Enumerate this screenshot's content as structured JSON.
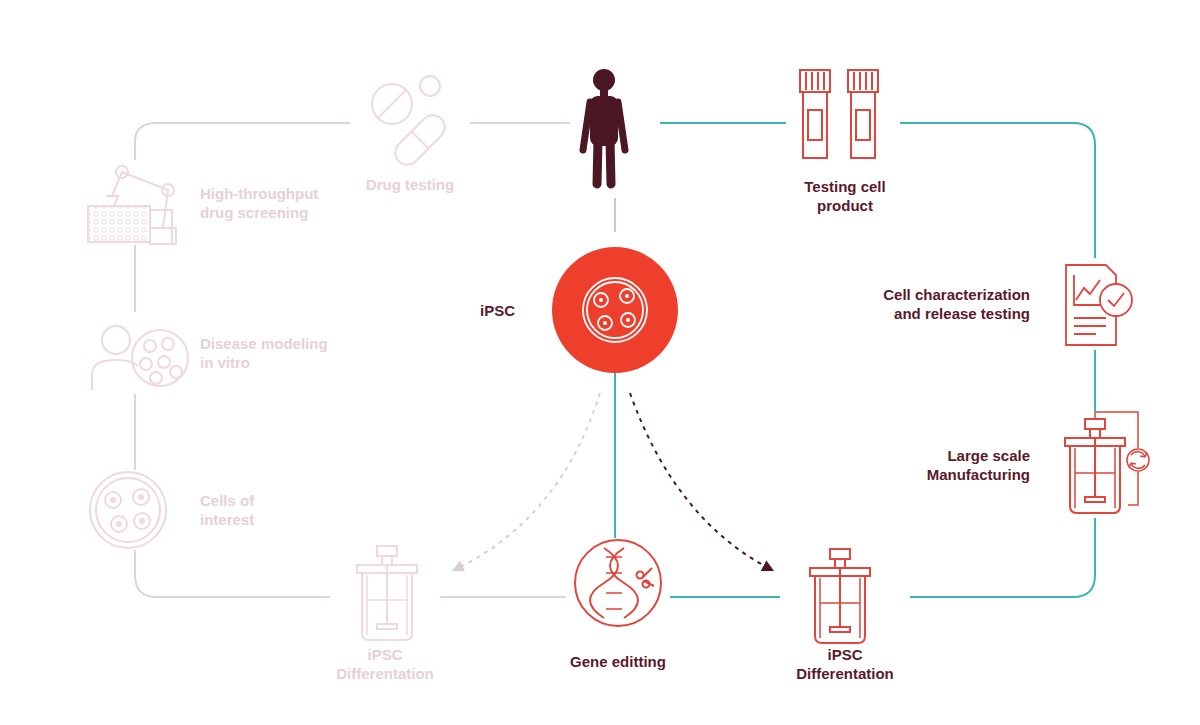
{
  "diagram": {
    "nodes": [
      {
        "text": [
          "Drug testing"
        ]
      },
      {
        "text": [
          "Testing cell product"
        ]
      },
      {
        "text": [
          "High-throughput drug screening"
        ]
      },
      {
        "text": [
          "iPSC"
        ]
      },
      {
        "text": [
          "Cell characterization and release testing"
        ]
      },
      {
        "text": [
          "Disease modeling in vitro"
        ]
      },
      {
        "text": [
          "Large scale Manufacturing"
        ]
      },
      {
        "text": [
          "Cells of interest"
        ]
      },
      {
        "text": [
          "iPSC Differentation"
        ]
      },
      {
        "text": [
          "Gene editting"
        ]
      },
      {
        "text": [
          "iPSC Differentation"
        ]
      }
    ],
    "edges": [
      {
        "from": 0,
        "to": 2,
        "arrow": "none"
      },
      {
        "from": 2,
        "to": 5,
        "arrow": "none"
      },
      {
        "from": 5,
        "to": 7,
        "arrow": "none"
      },
      {
        "from": 7,
        "to": 8,
        "arrow": "none"
      },
      {
        "from": 8,
        "to": 9,
        "arrow": "none"
      },
      {
        "from": 3,
        "to": 9,
        "arrow": "none"
      },
      {
        "from": 9,
        "to": 10,
        "arrow": "none"
      },
      {
        "from": 10,
        "to": 6,
        "arrow": "none"
      },
      {
        "from": 6,
        "to": 4,
        "arrow": "none"
      },
      {
        "from": 4,
        "to": 1,
        "arrow": "none"
      },
      {
        "from": 3,
        "to": 8,
        "arrow": "to"
      },
      {
        "from": 3,
        "to": 10,
        "arrow": "to"
      }
    ]
  }
}
